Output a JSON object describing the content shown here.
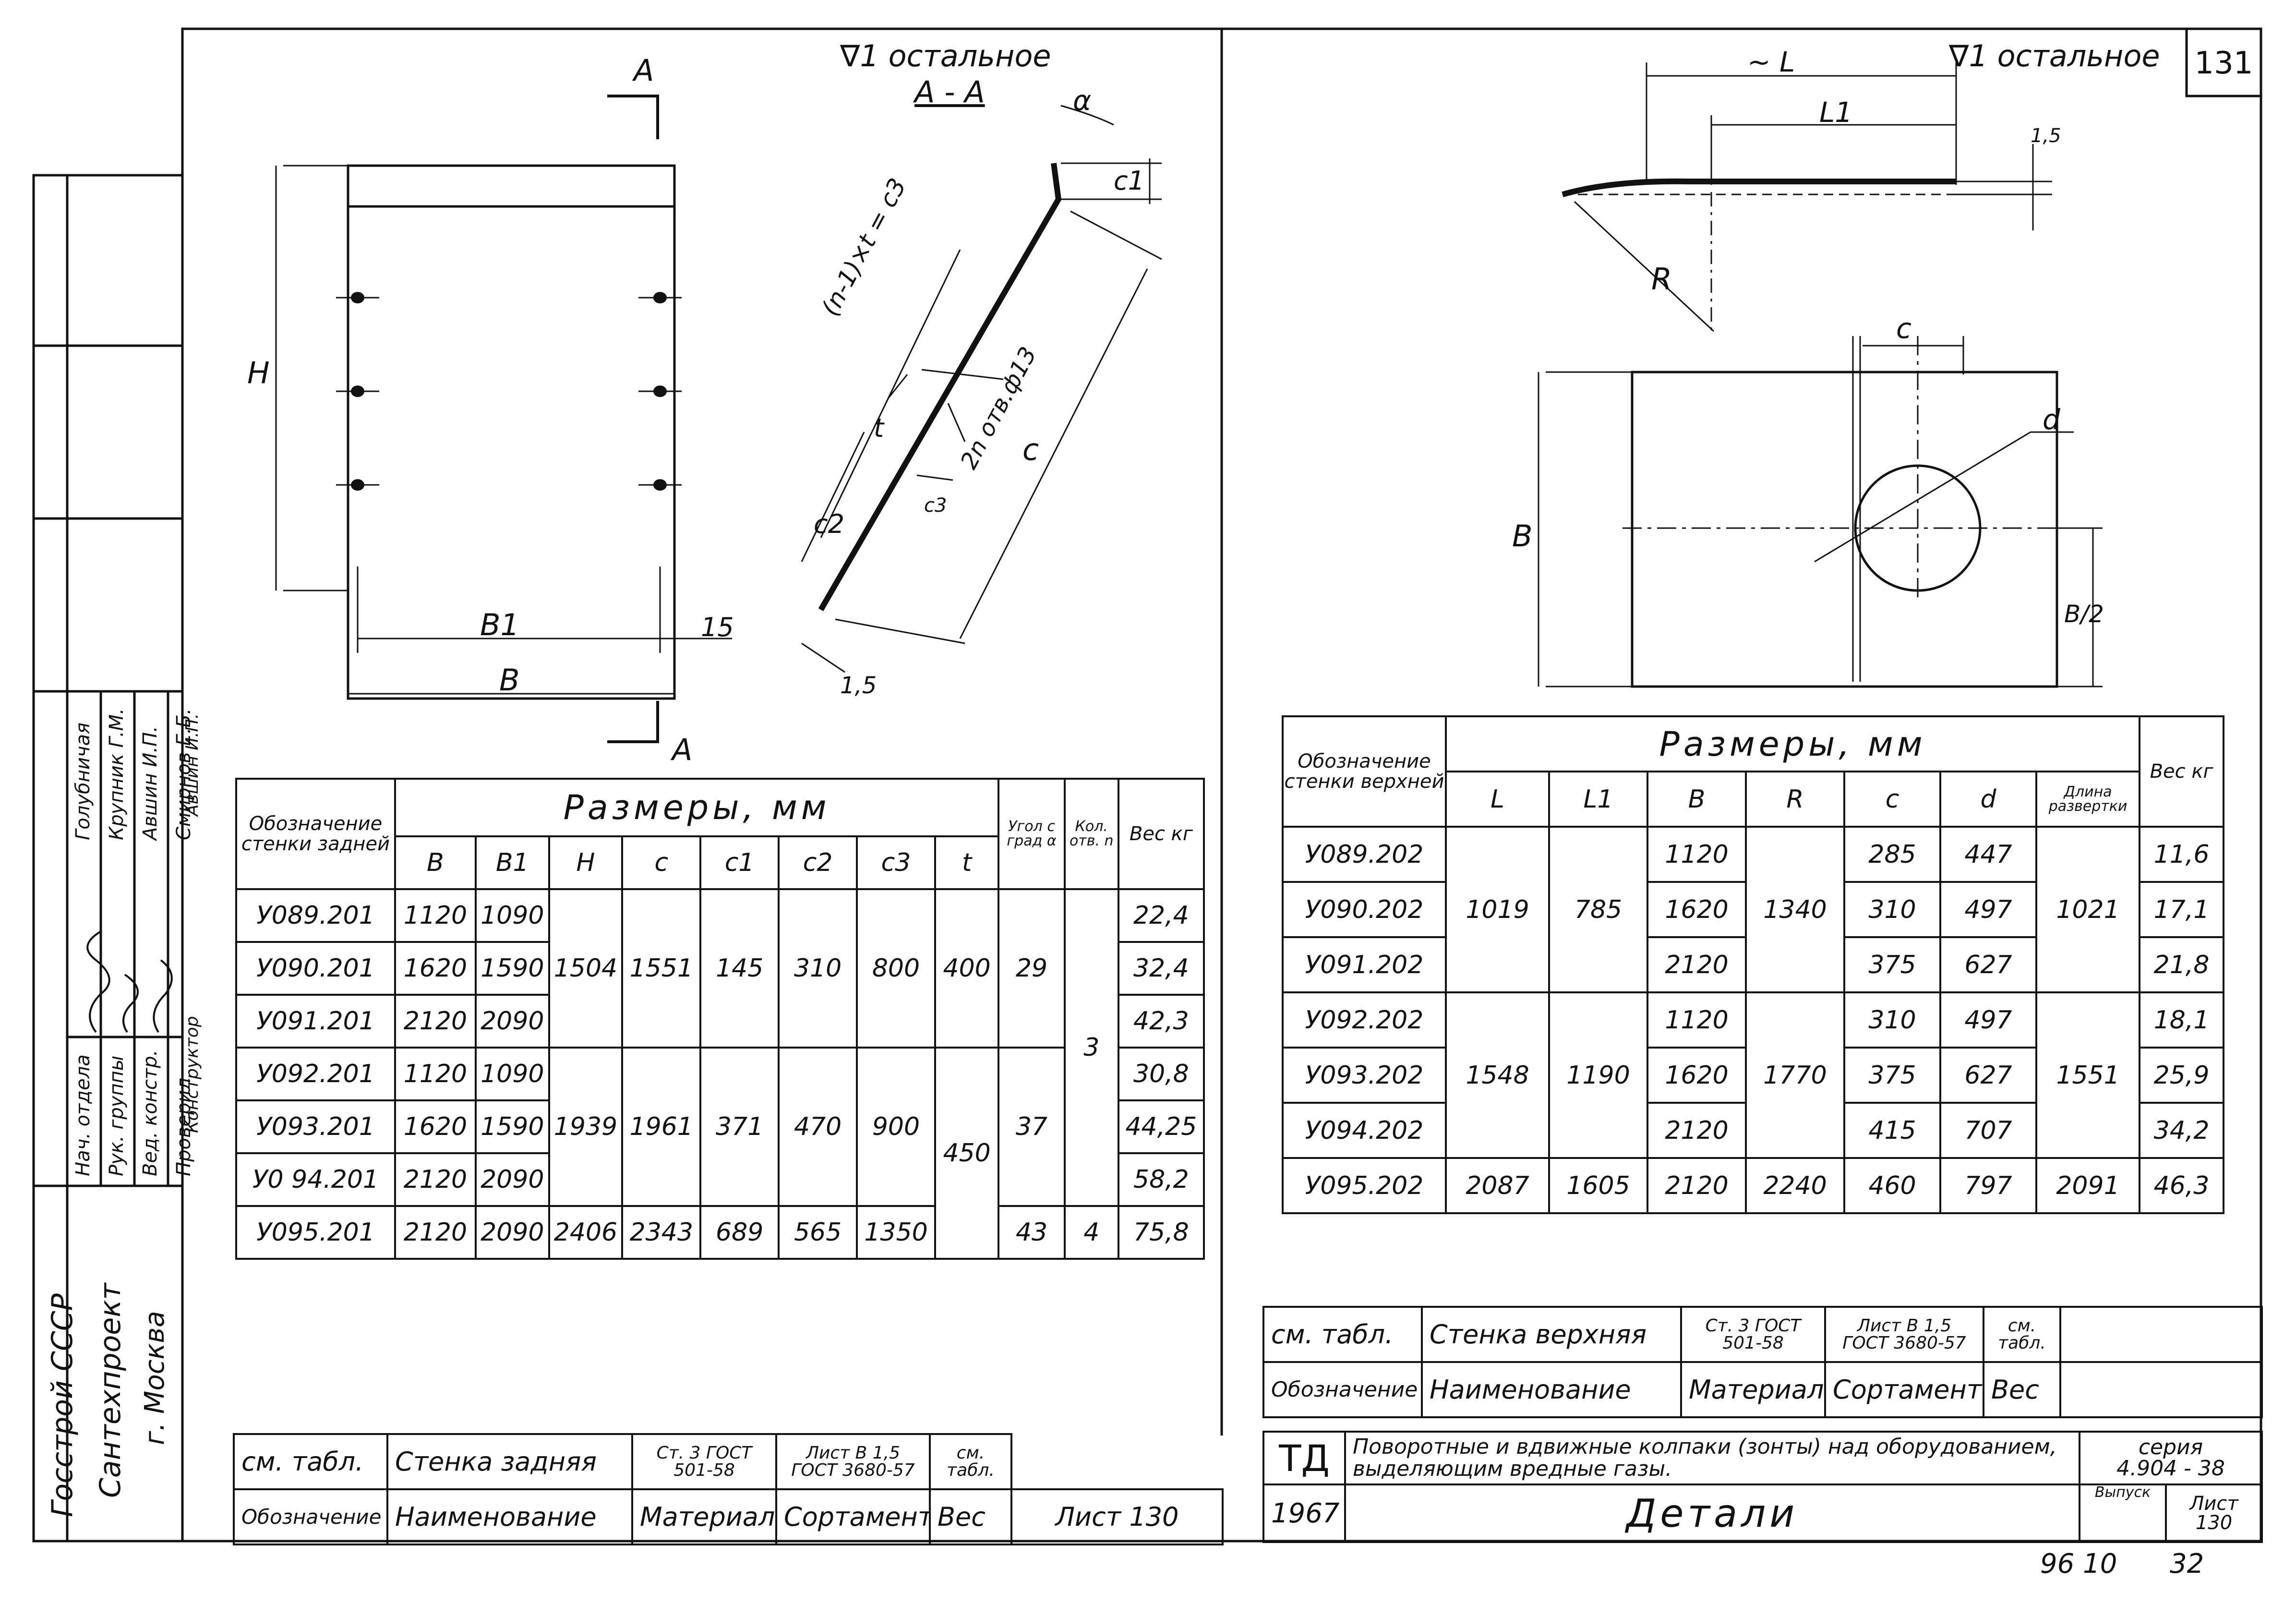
{
  "sheet_number_top": "131",
  "left_drawing": {
    "section_mark": "A",
    "section_title": "A - A",
    "roughness_note": "∇1 остальное",
    "dims": {
      "H": "H",
      "B1": "B1",
      "B": "B",
      "d15": "15",
      "alpha": "α",
      "c1": "c1",
      "formula": "(n-1)×t = c3",
      "t": "t",
      "c2": "c2",
      "holes": "2n отв.ф13",
      "c": "c",
      "c3": "c3",
      "s": "1,5"
    }
  },
  "right_drawing": {
    "roughness_note": "∇1 остальное",
    "dims": {
      "L": "~ L",
      "L1": "L1",
      "t15": "1,5",
      "R": "R",
      "c": "c",
      "d": "d",
      "B": "B",
      "B2": "B/2"
    }
  },
  "left_table": {
    "col_designation": "Обозначение стенки задней",
    "group_header": "Размеры, мм",
    "cols": [
      "B",
      "B1",
      "H",
      "c",
      "c1",
      "c2",
      "c3",
      "t"
    ],
    "col_angle": "Угол c град α",
    "col_holes": "Кол. отв. n",
    "col_weight": "Вес кг",
    "rows": [
      {
        "id": "У089.201",
        "B": "1120",
        "B1": "1090",
        "w": "22,4"
      },
      {
        "id": "У090.201",
        "B": "1620",
        "B1": "1590",
        "w": "32,4"
      },
      {
        "id": "У091.201",
        "B": "2120",
        "B1": "2090",
        "w": "42,3"
      },
      {
        "id": "У092.201",
        "B": "1120",
        "B1": "1090",
        "w": "30,8"
      },
      {
        "id": "У093.201",
        "B": "1620",
        "B1": "1590",
        "w": "44,25"
      },
      {
        "id": "У0 94.201",
        "B": "2120",
        "B1": "2090",
        "w": "58,2"
      },
      {
        "id": "У095.201",
        "B": "2120",
        "B1": "2090",
        "w": "75,8"
      }
    ],
    "group1": {
      "H": "1504",
      "c": "1551",
      "c1": "145",
      "c2": "310",
      "c3": "800",
      "t": "400",
      "a": "29"
    },
    "group2": {
      "H": "1939",
      "c": "1961",
      "c1": "371",
      "c2": "470",
      "c3": "900",
      "t": "450",
      "a": "37"
    },
    "group3": {
      "H": "2406",
      "c": "2343",
      "c1": "689",
      "c2": "565",
      "c3": "1350",
      "a": "43",
      "n": "4"
    },
    "n_shared": "3"
  },
  "right_table": {
    "col_designation": "Обозначение стенки верхней",
    "group_header": "Размеры, мм",
    "cols": [
      "L",
      "L1",
      "B",
      "R",
      "c",
      "d"
    ],
    "col_length": "Длина развертки",
    "col_weight": "Вес кг",
    "rows": [
      {
        "id": "У089.202",
        "B": "1120",
        "c": "285",
        "d": "447",
        "w": "11,6"
      },
      {
        "id": "У090.202",
        "B": "1620",
        "c": "310",
        "d": "497",
        "w": "17,1"
      },
      {
        "id": "У091.202",
        "B": "2120",
        "c": "375",
        "d": "627",
        "w": "21,8"
      },
      {
        "id": "У092.202",
        "B": "1120",
        "c": "310",
        "d": "497",
        "w": "18,1"
      },
      {
        "id": "У093.202",
        "B": "1620",
        "c": "375",
        "d": "627",
        "w": "25,9"
      },
      {
        "id": "У094.202",
        "B": "2120",
        "c": "415",
        "d": "707",
        "w": "34,2"
      },
      {
        "id": "У095.202",
        "B": "2120",
        "c": "460",
        "d": "797",
        "w": "46,3",
        "L": "2087",
        "L1": "1605",
        "R": "2240",
        "len": "2091"
      }
    ],
    "group1": {
      "L": "1019",
      "L1": "785",
      "R": "1340",
      "len": "1021"
    },
    "group2": {
      "L": "1548",
      "L1": "1190",
      "R": "1770",
      "len": "1551"
    }
  },
  "spec_left": {
    "ref": "см. табл.",
    "name": "Стенка задняя",
    "material": "Ст. 3 ГОСТ 501-58",
    "sortament": "Лист B 1,5 ГОСТ 3680-57",
    "weight": "см. табл.",
    "h_designation": "Обозначение",
    "h_name": "Наименование",
    "h_material": "Материал",
    "h_sortament": "Сортамент",
    "h_weight": "Вес",
    "sheet": "Лист 130"
  },
  "spec_right": {
    "ref": "см. табл.",
    "name": "Стенка верхняя",
    "material": "Ст. 3 ГОСТ 501-58",
    "sortament": "Лист B 1,5 ГОСТ 3680-57",
    "weight": "см. табл.",
    "h_designation": "Обозначение",
    "h_name": "Наименование",
    "h_material": "Материал",
    "h_sortament": "Сортамент",
    "h_weight": "Вес"
  },
  "title_block": {
    "td": "ТД",
    "year": "1967",
    "description": "Поворотные и вдвижные колпаки (зонты) над оборудованием, выделяющим вредные газы.",
    "series_label": "серия",
    "series": "4.904 - 38",
    "issue_label": "Выпуск",
    "sheet_label": "Лист",
    "sheet": "130",
    "name": "Детали"
  },
  "bottom_numbers": {
    "left": "96 10",
    "right": "32"
  },
  "side_stamp": {
    "org1": "Госстрой СССР",
    "org2": "Сантехпроект",
    "org3": "г. Москва",
    "roles": [
      "Нач. отдела",
      "Рук. группы",
      "Вед. констр.",
      "Проверил",
      "Конструктор"
    ],
    "names": [
      "Голубничая",
      "Крупник Г.М.",
      "Авшин И.П.",
      "Смирнов Е.Б.",
      "Авшин И.П."
    ]
  }
}
